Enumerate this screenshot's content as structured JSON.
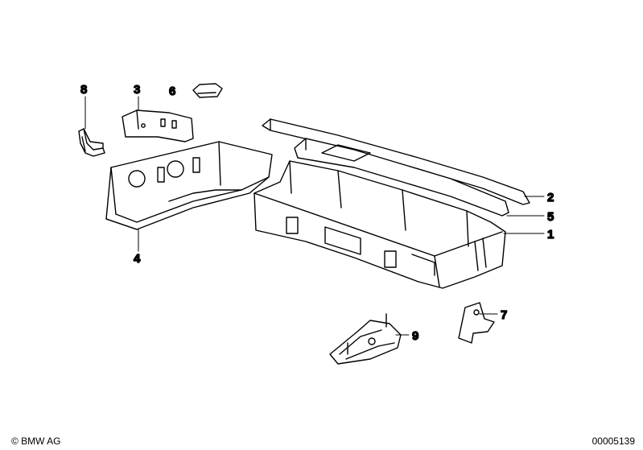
{
  "callouts": {
    "c1": "1",
    "c2": "2",
    "c3": "3",
    "c4": "4",
    "c5": "5",
    "c6": "6",
    "c7": "7",
    "c8": "8",
    "c9": "9"
  },
  "footer": {
    "copyright": "© BMW AG",
    "diagram_number": "00005139"
  }
}
